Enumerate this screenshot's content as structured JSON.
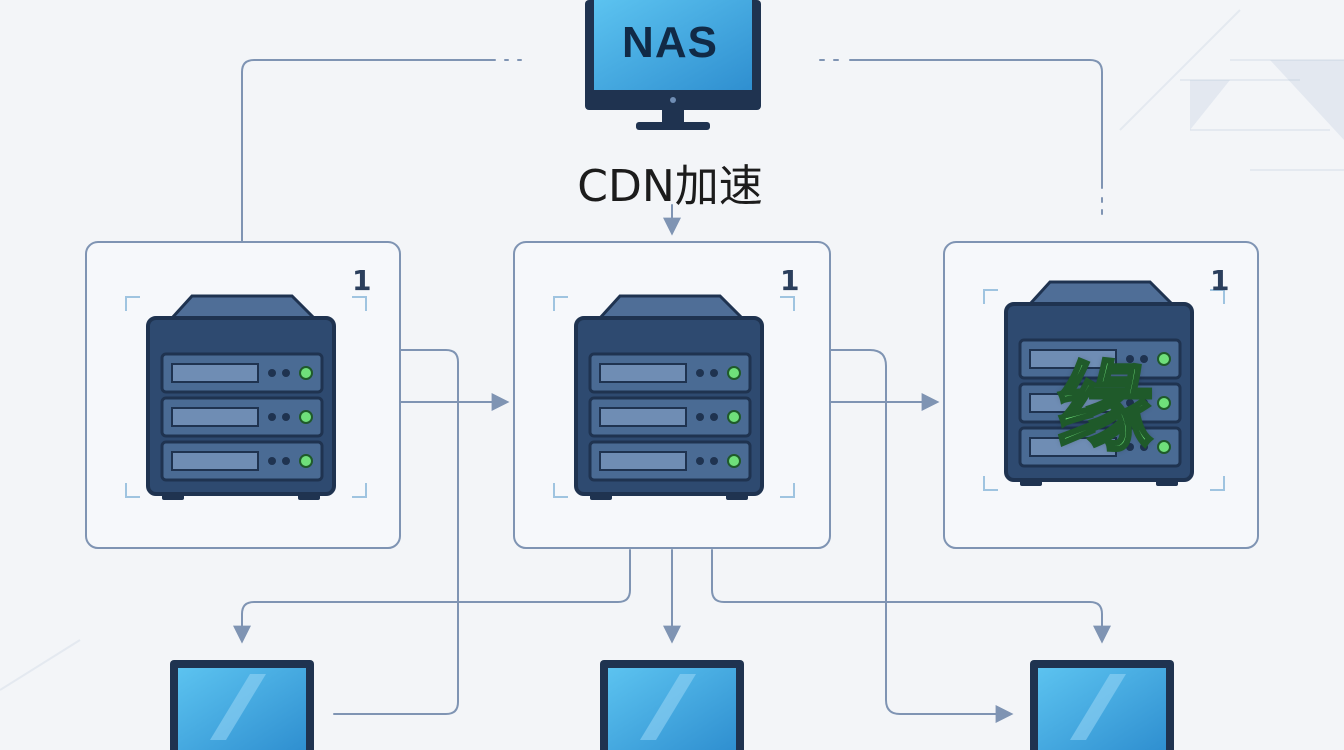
{
  "cdn": {
    "label": "CDN加速"
  },
  "nas": {
    "label": "NAS"
  },
  "nodes": [
    {
      "mark": "1"
    },
    {
      "mark": "1"
    },
    {
      "mark": "1",
      "overlay": "缘"
    }
  ],
  "colors": {
    "background": "#f3f5f8",
    "line": "#7f94b3",
    "server_body": "#3c5a82",
    "server_dark": "#1f3350",
    "screen": "#39a6e1",
    "led_green": "#6fe07a",
    "overlay_green": "#6fe07a"
  },
  "icons": [
    "nas-monitor-icon",
    "server-rack-icon",
    "laptop-icon",
    "arrow-icon"
  ]
}
